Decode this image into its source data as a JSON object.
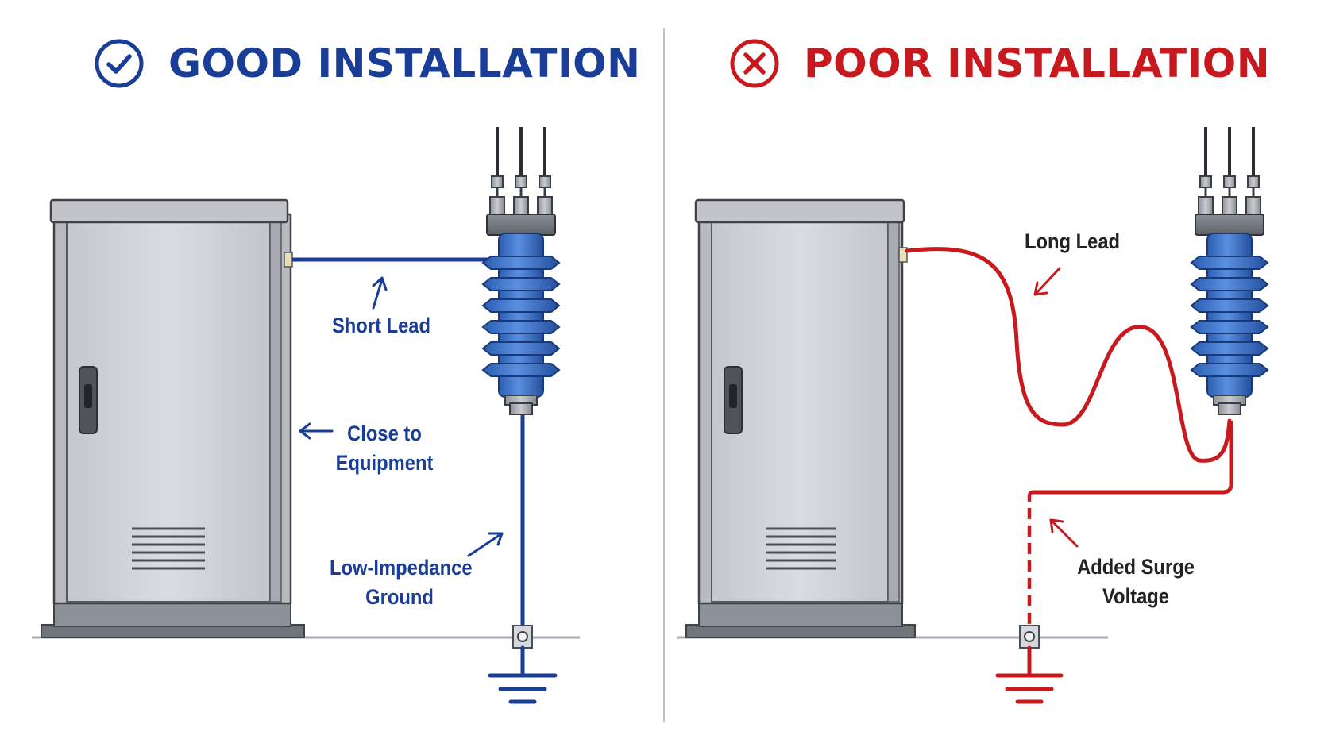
{
  "colors": {
    "good": "#1a3e97",
    "poor": "#c8191e",
    "arrester_blue": "#3b6fc4",
    "cabinet": "#c9ccd0",
    "ground_line": "#9aa0a6"
  },
  "icons": {
    "good_badge": "check-circle-icon",
    "poor_badge": "x-circle-icon"
  },
  "good": {
    "title": "GOOD INSTALLATION",
    "labels": {
      "short_lead": "Short Lead",
      "close_line1": "Close to",
      "close_line2": "Equipment",
      "ground_line1": "Low-Impedance",
      "ground_line2": "Ground"
    }
  },
  "poor": {
    "title": "POOR INSTALLATION",
    "labels": {
      "long_lead": "Long Lead",
      "surge_line1": "Added Surge",
      "surge_line2": "Voltage"
    }
  }
}
